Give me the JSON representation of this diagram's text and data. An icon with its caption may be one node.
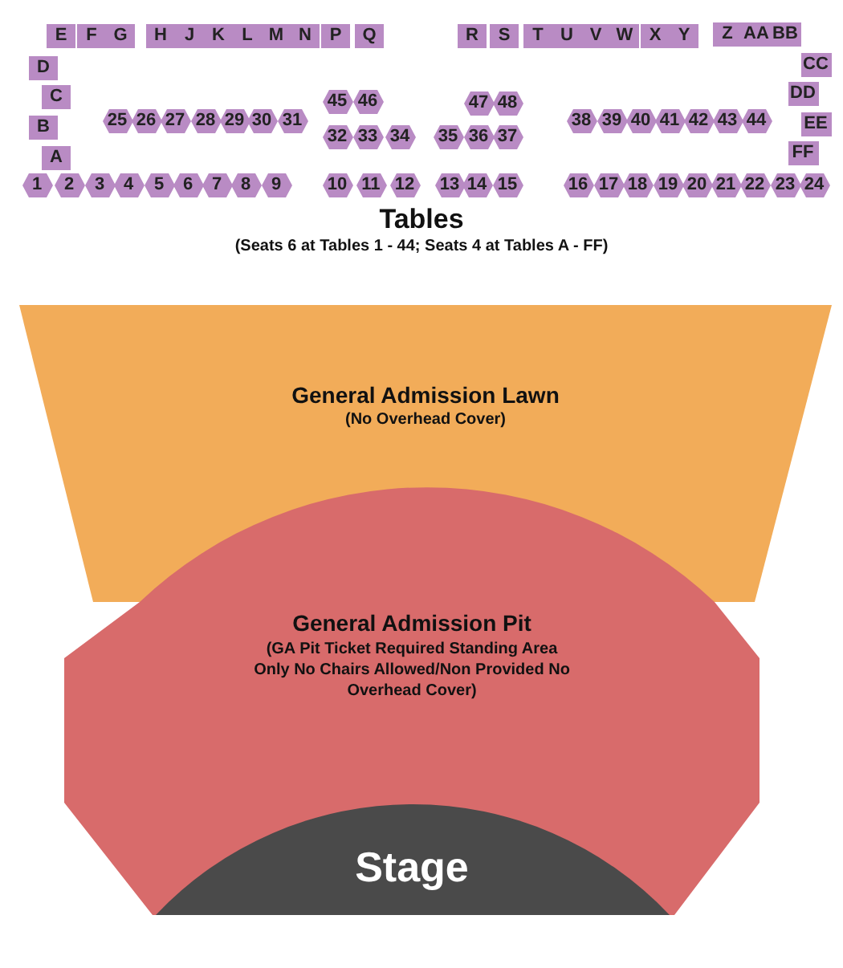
{
  "diagram": {
    "nodes": [
      {
        "text": [
          "E"
        ]
      },
      {
        "text": [
          "F"
        ]
      },
      {
        "text": [
          "G"
        ]
      },
      {
        "text": [
          "H"
        ]
      },
      {
        "text": [
          "J"
        ]
      },
      {
        "text": [
          "K"
        ]
      },
      {
        "text": [
          "L"
        ]
      },
      {
        "text": [
          "M"
        ]
      },
      {
        "text": [
          "N"
        ]
      },
      {
        "text": [
          "P"
        ]
      },
      {
        "text": [
          "Q"
        ]
      },
      {
        "text": [
          "R"
        ]
      },
      {
        "text": [
          "S"
        ]
      },
      {
        "text": [
          "T"
        ]
      },
      {
        "text": [
          "U"
        ]
      },
      {
        "text": [
          "V"
        ]
      },
      {
        "text": [
          "W"
        ]
      },
      {
        "text": [
          "X"
        ]
      },
      {
        "text": [
          "Y"
        ]
      },
      {
        "text": [
          "Z"
        ]
      },
      {
        "text": [
          "AA"
        ]
      },
      {
        "text": [
          "BB"
        ]
      },
      {
        "text": [
          "D"
        ]
      },
      {
        "text": [
          "CC"
        ]
      },
      {
        "text": [
          "C"
        ]
      },
      {
        "text": [
          "DD"
        ]
      },
      {
        "text": [
          "B"
        ]
      },
      {
        "text": [
          "EE"
        ]
      },
      {
        "text": [
          "A"
        ]
      },
      {
        "text": [
          "FF"
        ]
      },
      {
        "text": [
          "45"
        ]
      },
      {
        "text": [
          "46"
        ]
      },
      {
        "text": [
          "47"
        ]
      },
      {
        "text": [
          "48"
        ]
      },
      {
        "text": [
          "25"
        ]
      },
      {
        "text": [
          "26"
        ]
      },
      {
        "text": [
          "27"
        ]
      },
      {
        "text": [
          "28"
        ]
      },
      {
        "text": [
          "29"
        ]
      },
      {
        "text": [
          "30"
        ]
      },
      {
        "text": [
          "31"
        ]
      },
      {
        "text": [
          "38"
        ]
      },
      {
        "text": [
          "39"
        ]
      },
      {
        "text": [
          "40"
        ]
      },
      {
        "text": [
          "41"
        ]
      },
      {
        "text": [
          "42"
        ]
      },
      {
        "text": [
          "43"
        ]
      },
      {
        "text": [
          "44"
        ]
      },
      {
        "text": [
          "32"
        ]
      },
      {
        "text": [
          "33"
        ]
      },
      {
        "text": [
          "34"
        ]
      },
      {
        "text": [
          "35"
        ]
      },
      {
        "text": [
          "36"
        ]
      },
      {
        "text": [
          "37"
        ]
      },
      {
        "text": [
          "1"
        ]
      },
      {
        "text": [
          "2"
        ]
      },
      {
        "text": [
          "3"
        ]
      },
      {
        "text": [
          "4"
        ]
      },
      {
        "text": [
          "5"
        ]
      },
      {
        "text": [
          "6"
        ]
      },
      {
        "text": [
          "7"
        ]
      },
      {
        "text": [
          "8"
        ]
      },
      {
        "text": [
          "9"
        ]
      },
      {
        "text": [
          "10"
        ]
      },
      {
        "text": [
          "11"
        ]
      },
      {
        "text": [
          "12"
        ]
      },
      {
        "text": [
          "13"
        ]
      },
      {
        "text": [
          "14"
        ]
      },
      {
        "text": [
          "15"
        ]
      },
      {
        "text": [
          "16"
        ]
      },
      {
        "text": [
          "17"
        ]
      },
      {
        "text": [
          "18"
        ]
      },
      {
        "text": [
          "19"
        ]
      },
      {
        "text": [
          "20"
        ]
      },
      {
        "text": [
          "21"
        ]
      },
      {
        "text": [
          "22"
        ]
      },
      {
        "text": [
          "23"
        ]
      },
      {
        "text": [
          "24"
        ]
      },
      {
        "text": [
          "General Admission Lawn",
          "(No Overhead Cover)"
        ]
      },
      {
        "text": [
          "General Admission Pit",
          "(GA Pit Ticket Required Standing Area Only No Chairs Allowed/Non Provided No Overhead Cover)"
        ]
      },
      {
        "text": [
          "Stage"
        ],
        "in": 79
      }
    ],
    "labels": [
      "Tables",
      "(Seats 6 at Tables 1 - 44; Seats 4 at Tables A - FF)"
    ]
  }
}
